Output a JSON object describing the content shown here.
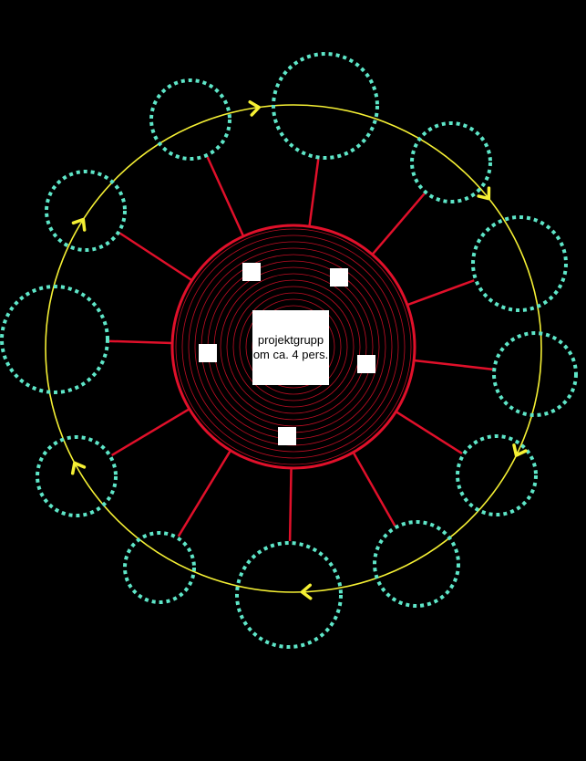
{
  "center": {
    "label_line1": "projektgrupp",
    "label_line2": "om ca. 4 pers."
  },
  "colors": {
    "background": "#000000",
    "hub_ring": "#e0102a",
    "spoke": "#e0102a",
    "orbit": "#f5f034",
    "satellite": "#5ee6c8",
    "member_square": "#ffffff",
    "arrow": "#f5f034"
  },
  "counts": {
    "satellites": 12,
    "members": 5,
    "direction_arrows": 6
  }
}
